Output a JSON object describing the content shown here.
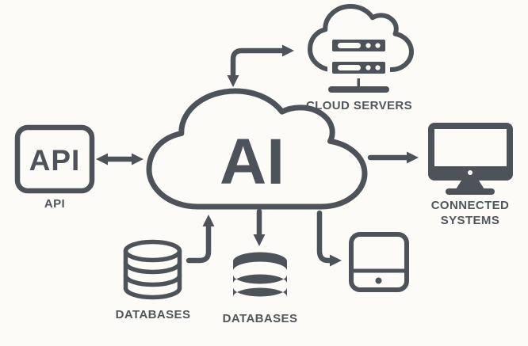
{
  "canvas": {
    "background": "#fcfbf8",
    "ink": "#4e535a",
    "label_color": "#51555c"
  },
  "nodes": {
    "ai_cloud": {
      "label": "AI"
    },
    "api": {
      "box_text": "API",
      "caption": "API"
    },
    "cloud_servers": {
      "caption": "CLOUD SERVERS"
    },
    "connected_systems": {
      "caption_line1": "CONNECTED",
      "caption_line2": "SYSTEMS"
    },
    "databases_left": {
      "caption": "DATABASES"
    },
    "databases_center": {
      "caption": "DATABASES"
    },
    "tablet": {}
  },
  "icons": {
    "ai_cloud": "cloud-outline-icon",
    "api": "api-chip-icon",
    "cloud_servers": "cloud-server-rack-icon",
    "connected_systems": "desktop-monitor-icon",
    "databases_left": "database-cylinder-outline-icon",
    "databases_center": "database-cylinder-filled-icon",
    "tablet": "tablet-device-icon"
  },
  "edges": [
    {
      "between": [
        "API",
        "AI"
      ],
      "arrows": "both",
      "shape": "straight"
    },
    {
      "between": [
        "AI",
        "CLOUD SERVERS"
      ],
      "arrows": "both",
      "shape": "elbow"
    },
    {
      "between": [
        "AI",
        "CONNECTED SYSTEMS"
      ],
      "arrows": "to",
      "shape": "straight"
    },
    {
      "between": [
        "DATABASES left",
        "AI"
      ],
      "arrows": "to",
      "shape": "elbow"
    },
    {
      "between": [
        "AI",
        "DATABASES center"
      ],
      "arrows": "to",
      "shape": "straight"
    },
    {
      "between": [
        "AI",
        "TABLET"
      ],
      "arrows": "to",
      "shape": "elbow"
    }
  ]
}
